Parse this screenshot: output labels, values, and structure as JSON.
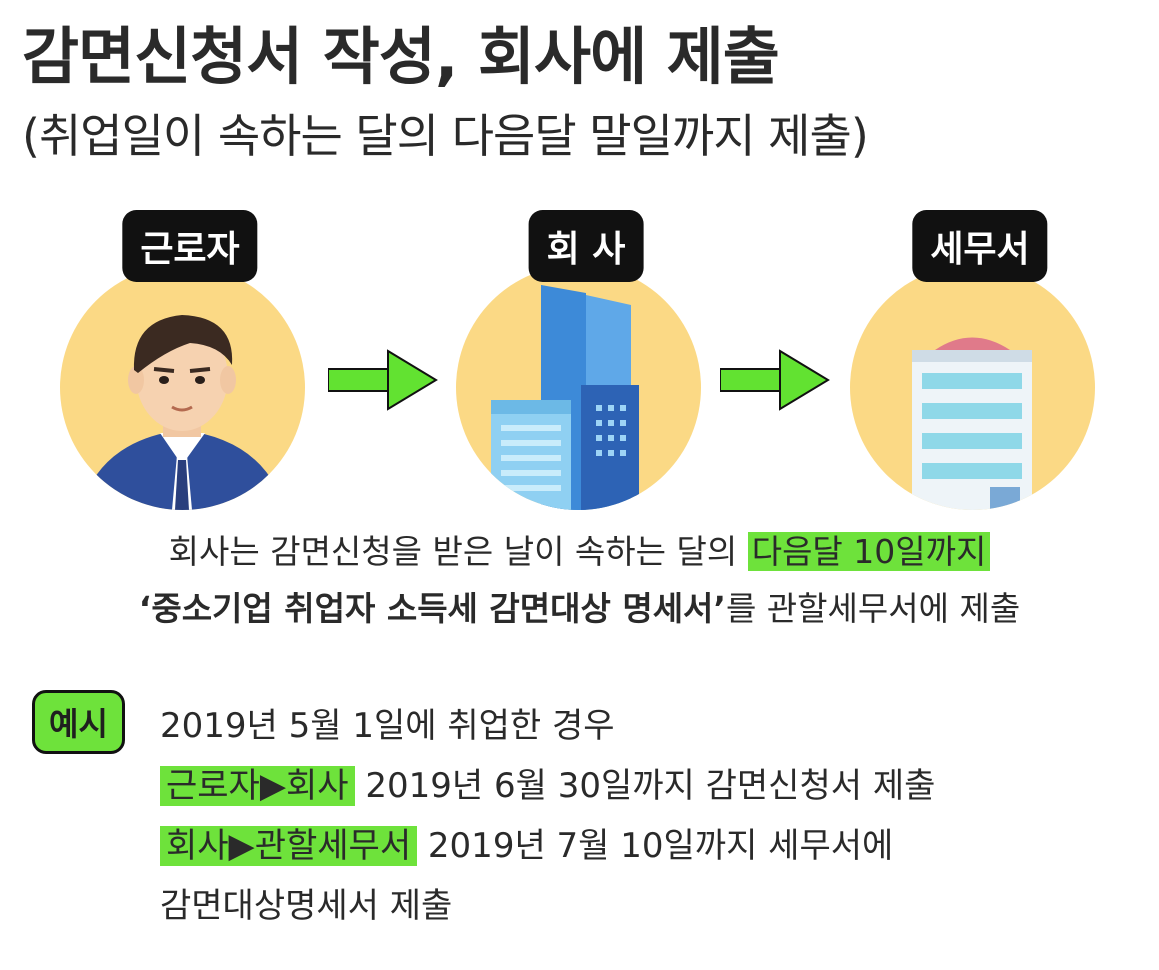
{
  "title": "감면신청서 작성, 회사에 제출",
  "subtitle": "(취업일이 속하는 달의 다음달 말일까지 제출)",
  "steps": [
    {
      "label": "근로자",
      "icon": "worker-icon"
    },
    {
      "label": "회 사",
      "icon": "office-building-icon"
    },
    {
      "label": "세무서",
      "icon": "tax-office-building-icon"
    }
  ],
  "colors": {
    "circle": "#fbd985",
    "highlight": "#6ee23b",
    "arrow": "#62e231",
    "label_bg": "#111111"
  },
  "description": {
    "line1_pre": "회사는 감면신청을 받은 날이 속하는 달의 ",
    "line1_highlight": "다음달 10일까지",
    "line2_bold": "‘중소기업 취업자 소득세 감면대상 명세서’",
    "line2_post": "를 관할세무서에 제출"
  },
  "example": {
    "badge": "예시",
    "intro": "2019년 5월 1일에 취업한 경우",
    "row1_highlight": "근로자▶회사",
    "row1_text": " 2019년 6월 30일까지 감면신청서 제출",
    "row2_highlight": "회사▶관할세무서",
    "row2_text": " 2019년 7월 10일까지 세무서에",
    "row3_text": "감면대상명세서 제출"
  }
}
